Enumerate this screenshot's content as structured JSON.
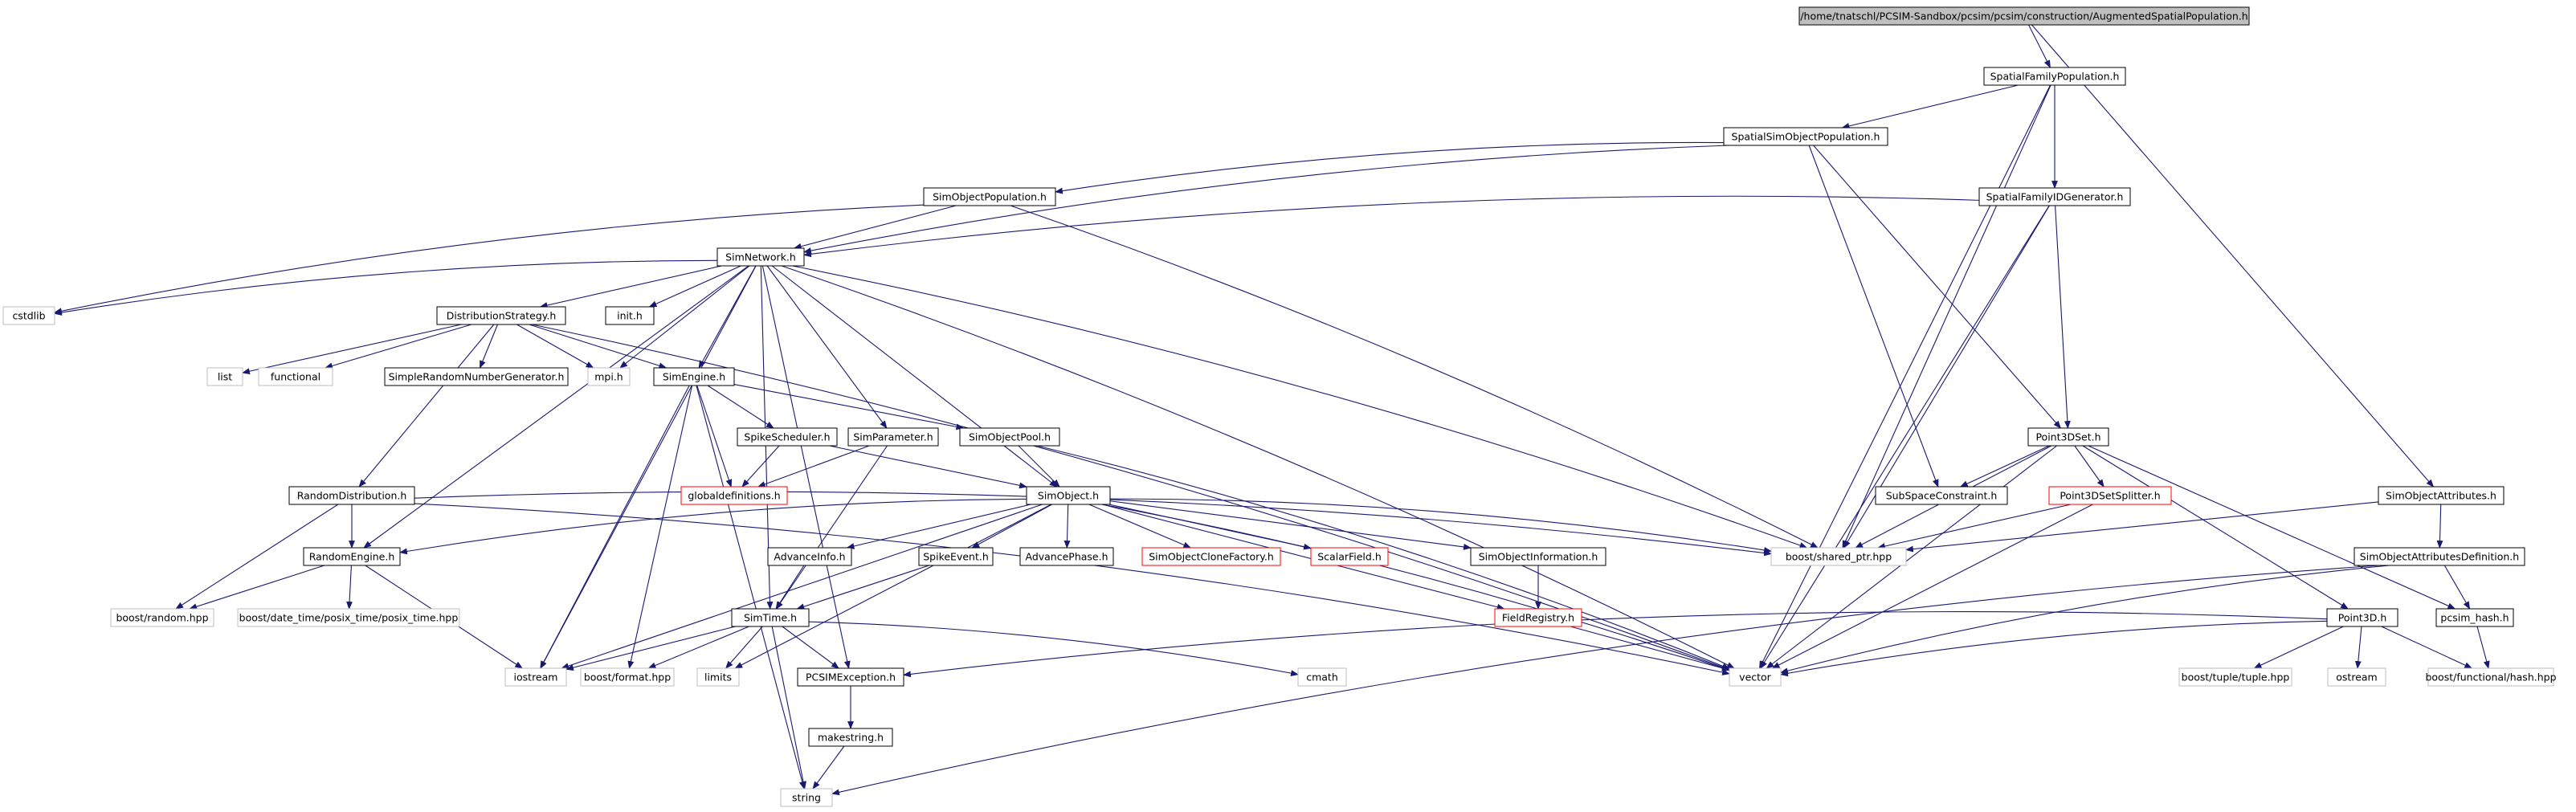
{
  "colors": {
    "edge": "#191970",
    "border_project": "#000000",
    "border_missing": "#ff0000",
    "border_external": "#bfbfbf",
    "root_fill": "#bfbfbf",
    "background": "#ffffff"
  },
  "nodes": {
    "root": {
      "label": "/home/tnatschl/PCSIM-Sandbox/pcsim/pcsim/construction/AugmentedSpatialPopulation.h",
      "kind": "root"
    },
    "spatialfamilypopulation": {
      "label": "SpatialFamilyPopulation.h",
      "kind": "project"
    },
    "spatialsimobjectpopulation": {
      "label": "SpatialSimObjectPopulation.h",
      "kind": "project"
    },
    "simobjectpopulation": {
      "label": "SimObjectPopulation.h",
      "kind": "project"
    },
    "spatialfamilyidgenerator": {
      "label": "SpatialFamilyIDGenerator.h",
      "kind": "project"
    },
    "simnetwork": {
      "label": "SimNetwork.h",
      "kind": "project"
    },
    "cstdlib": {
      "label": "cstdlib",
      "kind": "external"
    },
    "distributionstrategy": {
      "label": "DistributionStrategy.h",
      "kind": "project"
    },
    "init": {
      "label": "init.h",
      "kind": "project"
    },
    "list": {
      "label": "list",
      "kind": "external"
    },
    "functional": {
      "label": "functional",
      "kind": "external"
    },
    "simplerandom": {
      "label": "SimpleRandomNumberGenerator.h",
      "kind": "project"
    },
    "mpi": {
      "label": "mpi.h",
      "kind": "external"
    },
    "simengine": {
      "label": "SimEngine.h",
      "kind": "project"
    },
    "spikescheduler": {
      "label": "SpikeScheduler.h",
      "kind": "project"
    },
    "simparameter": {
      "label": "SimParameter.h",
      "kind": "project"
    },
    "simobjectpool": {
      "label": "SimObjectPool.h",
      "kind": "project"
    },
    "globaldefinitions": {
      "label": "globaldefinitions.h",
      "kind": "missing"
    },
    "point3dset": {
      "label": "Point3DSet.h",
      "kind": "project"
    },
    "subspaceconstraint": {
      "label": "SubSpaceConstraint.h",
      "kind": "project"
    },
    "point3dsetsplitter": {
      "label": "Point3DSetSplitter.h",
      "kind": "missing"
    },
    "simobjectattributes": {
      "label": "SimObjectAttributes.h",
      "kind": "project"
    },
    "randomdistribution": {
      "label": "RandomDistribution.h",
      "kind": "project"
    },
    "simobject": {
      "label": "SimObject.h",
      "kind": "project"
    },
    "boostsharedptr": {
      "label": "boost/shared_ptr.hpp",
      "kind": "external"
    },
    "simobjectattributesdefinition": {
      "label": "SimObjectAttributesDefinition.h",
      "kind": "project"
    },
    "randomengine": {
      "label": "RandomEngine.h",
      "kind": "project"
    },
    "advanceinfo": {
      "label": "AdvanceInfo.h",
      "kind": "project"
    },
    "spikeevent": {
      "label": "SpikeEvent.h",
      "kind": "project"
    },
    "advancephase": {
      "label": "AdvancePhase.h",
      "kind": "project"
    },
    "simobjectclonefactory": {
      "label": "SimObjectCloneFactory.h",
      "kind": "missing"
    },
    "scalarfield": {
      "label": "ScalarField.h",
      "kind": "missing"
    },
    "simobjectinformation": {
      "label": "SimObjectInformation.h",
      "kind": "project"
    },
    "boostrandom": {
      "label": "boost/random.hpp",
      "kind": "external"
    },
    "boostdatetime": {
      "label": "boost/date_time/posix_time/posix_time.hpp",
      "kind": "external"
    },
    "simtime": {
      "label": "SimTime.h",
      "kind": "project"
    },
    "fieldregistry": {
      "label": "FieldRegistry.h",
      "kind": "missing"
    },
    "point3d": {
      "label": "Point3D.h",
      "kind": "project"
    },
    "pcsimhash": {
      "label": "pcsim_hash.h",
      "kind": "project"
    },
    "iostream": {
      "label": "iostream",
      "kind": "external"
    },
    "boostformat": {
      "label": "boost/format.hpp",
      "kind": "external"
    },
    "limits": {
      "label": "limits",
      "kind": "external"
    },
    "pcsimexception": {
      "label": "PCSIMException.h",
      "kind": "project"
    },
    "cmath": {
      "label": "cmath",
      "kind": "external"
    },
    "vector": {
      "label": "vector",
      "kind": "external"
    },
    "boosttuple": {
      "label": "boost/tuple/tuple.hpp",
      "kind": "external"
    },
    "ostream": {
      "label": "ostream",
      "kind": "external"
    },
    "boostfunctionalhash": {
      "label": "boost/functional/hash.hpp",
      "kind": "external"
    },
    "makestring": {
      "label": "makestring.h",
      "kind": "project"
    },
    "string": {
      "label": "string",
      "kind": "external"
    }
  },
  "edges": [
    [
      "root",
      "spatialfamilypopulation"
    ],
    [
      "root",
      "simobjectattributes"
    ],
    [
      "spatialfamilypopulation",
      "spatialsimobjectpopulation"
    ],
    [
      "spatialfamilypopulation",
      "spatialfamilyidgenerator"
    ],
    [
      "spatialfamilypopulation",
      "boostsharedptr"
    ],
    [
      "spatialfamilypopulation",
      "vector"
    ],
    [
      "spatialsimobjectpopulation",
      "simobjectpopulation"
    ],
    [
      "spatialsimobjectpopulation",
      "simnetwork"
    ],
    [
      "spatialsimobjectpopulation",
      "point3dset"
    ],
    [
      "spatialsimobjectpopulation",
      "subspaceconstraint"
    ],
    [
      "simobjectpopulation",
      "simnetwork"
    ],
    [
      "simobjectpopulation",
      "cstdlib"
    ],
    [
      "simobjectpopulation",
      "boostsharedptr"
    ],
    [
      "spatialfamilyidgenerator",
      "simnetwork"
    ],
    [
      "spatialfamilyidgenerator",
      "point3dset"
    ],
    [
      "spatialfamilyidgenerator",
      "boostsharedptr"
    ],
    [
      "spatialfamilyidgenerator",
      "vector"
    ],
    [
      "simnetwork",
      "cstdlib"
    ],
    [
      "simnetwork",
      "distributionstrategy"
    ],
    [
      "simnetwork",
      "init"
    ],
    [
      "simnetwork",
      "mpi"
    ],
    [
      "simnetwork",
      "simengine"
    ],
    [
      "simnetwork",
      "simparameter"
    ],
    [
      "simnetwork",
      "simobject"
    ],
    [
      "simnetwork",
      "randomengine"
    ],
    [
      "simnetwork",
      "simtime"
    ],
    [
      "simnetwork",
      "iostream"
    ],
    [
      "simnetwork",
      "pcsimexception"
    ],
    [
      "simnetwork",
      "vector"
    ],
    [
      "simnetwork",
      "boostsharedptr"
    ],
    [
      "distributionstrategy",
      "list"
    ],
    [
      "distributionstrategy",
      "functional"
    ],
    [
      "distributionstrategy",
      "simplerandom"
    ],
    [
      "distributionstrategy",
      "mpi"
    ],
    [
      "distributionstrategy",
      "simengine"
    ],
    [
      "distributionstrategy",
      "randomdistribution"
    ],
    [
      "distributionstrategy",
      "vector"
    ],
    [
      "simengine",
      "spikescheduler"
    ],
    [
      "simengine",
      "simobjectpool"
    ],
    [
      "simengine",
      "globaldefinitions"
    ],
    [
      "simengine",
      "iostream"
    ],
    [
      "simengine",
      "boostformat"
    ],
    [
      "simengine",
      "string"
    ],
    [
      "spikescheduler",
      "globaldefinitions"
    ],
    [
      "spikescheduler",
      "simobject"
    ],
    [
      "simparameter",
      "globaldefinitions"
    ],
    [
      "simparameter",
      "simtime"
    ],
    [
      "simobjectpool",
      "simobject"
    ],
    [
      "simobjectpool",
      "vector"
    ],
    [
      "point3dset",
      "subspaceconstraint"
    ],
    [
      "point3dset",
      "point3dsetsplitter"
    ],
    [
      "point3dset",
      "boostsharedptr"
    ],
    [
      "point3dset",
      "point3d"
    ],
    [
      "point3dset",
      "pcsimhash"
    ],
    [
      "point3dset",
      "vector"
    ],
    [
      "point3dsetsplitter",
      "boostsharedptr"
    ],
    [
      "point3dsetsplitter",
      "vector"
    ],
    [
      "simobjectattributes",
      "simobjectattributesdefinition"
    ],
    [
      "simobjectattributes",
      "boostsharedptr"
    ],
    [
      "simobjectattributesdefinition",
      "pcsimhash"
    ],
    [
      "simobjectattributesdefinition",
      "vector"
    ],
    [
      "simobjectattributesdefinition",
      "string"
    ],
    [
      "randomdistribution",
      "randomengine"
    ],
    [
      "randomdistribution",
      "boostrandom"
    ],
    [
      "randomdistribution",
      "boostsharedptr"
    ],
    [
      "randomdistribution",
      "vector"
    ],
    [
      "randomengine",
      "boostrandom"
    ],
    [
      "randomengine",
      "boostdatetime"
    ],
    [
      "randomengine",
      "iostream"
    ],
    [
      "simobject",
      "randomengine"
    ],
    [
      "simobject",
      "advanceinfo"
    ],
    [
      "simobject",
      "spikeevent"
    ],
    [
      "simobject",
      "advancephase"
    ],
    [
      "simobject",
      "simobjectclonefactory"
    ],
    [
      "simobject",
      "scalarfield"
    ],
    [
      "simobject",
      "simobjectinformation"
    ],
    [
      "simobject",
      "fieldregistry"
    ],
    [
      "simobject",
      "boostsharedptr"
    ],
    [
      "simobject",
      "iostream"
    ],
    [
      "simobject",
      "limits"
    ],
    [
      "simobject",
      "vector"
    ],
    [
      "advanceinfo",
      "simtime"
    ],
    [
      "spikeevent",
      "simtime"
    ],
    [
      "simobjectinformation",
      "fieldregistry"
    ],
    [
      "fieldregistry",
      "vector"
    ],
    [
      "simtime",
      "iostream"
    ],
    [
      "simtime",
      "boostformat"
    ],
    [
      "simtime",
      "limits"
    ],
    [
      "simtime",
      "pcsimexception"
    ],
    [
      "simtime",
      "cmath"
    ],
    [
      "simtime",
      "string"
    ],
    [
      "pcsimexception",
      "makestring"
    ],
    [
      "makestring",
      "string"
    ],
    [
      "point3d",
      "pcsimexception"
    ],
    [
      "point3d",
      "vector"
    ],
    [
      "point3d",
      "boosttuple"
    ],
    [
      "point3d",
      "ostream"
    ],
    [
      "point3d",
      "boostfunctionalhash"
    ],
    [
      "pcsimhash",
      "boostfunctionalhash"
    ]
  ]
}
